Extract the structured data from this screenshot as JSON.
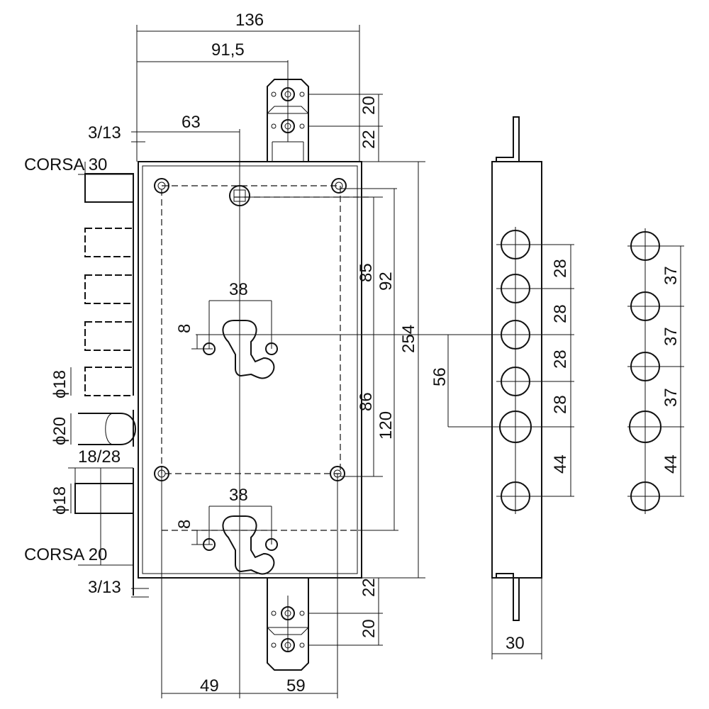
{
  "labels": {
    "corsa_top": "CORSA 30",
    "corsa_bottom": "CORSA 20",
    "offset_top": "3/13",
    "offset_bottom": "3/13",
    "pin_dia_1": "ϕ18",
    "pin_dia_2": "ϕ20",
    "pin_dia_3": "ϕ18",
    "pin_spacing": "18/28"
  },
  "dimensions": {
    "overall_width": "136",
    "width_91_5": "91,5",
    "width_63": "63",
    "top_20": "20",
    "top_22": "22",
    "bottom_22": "22",
    "bottom_20": "20",
    "height_85": "85",
    "height_92": "92",
    "height_254": "254",
    "height_86": "86",
    "height_120": "120",
    "cyl_38_top": "38",
    "cyl_38_bottom": "38",
    "cyl_8_top": "8",
    "cyl_8_bottom": "8",
    "bottom_49": "49",
    "bottom_59": "59",
    "bar_56": "56",
    "bar_28a": "28",
    "bar_28b": "28",
    "bar_28c": "28",
    "bar_28d": "28",
    "bar_44": "44",
    "bar_30": "30",
    "right_37a": "37",
    "right_37b": "37",
    "right_37c": "37",
    "right_44": "44"
  }
}
